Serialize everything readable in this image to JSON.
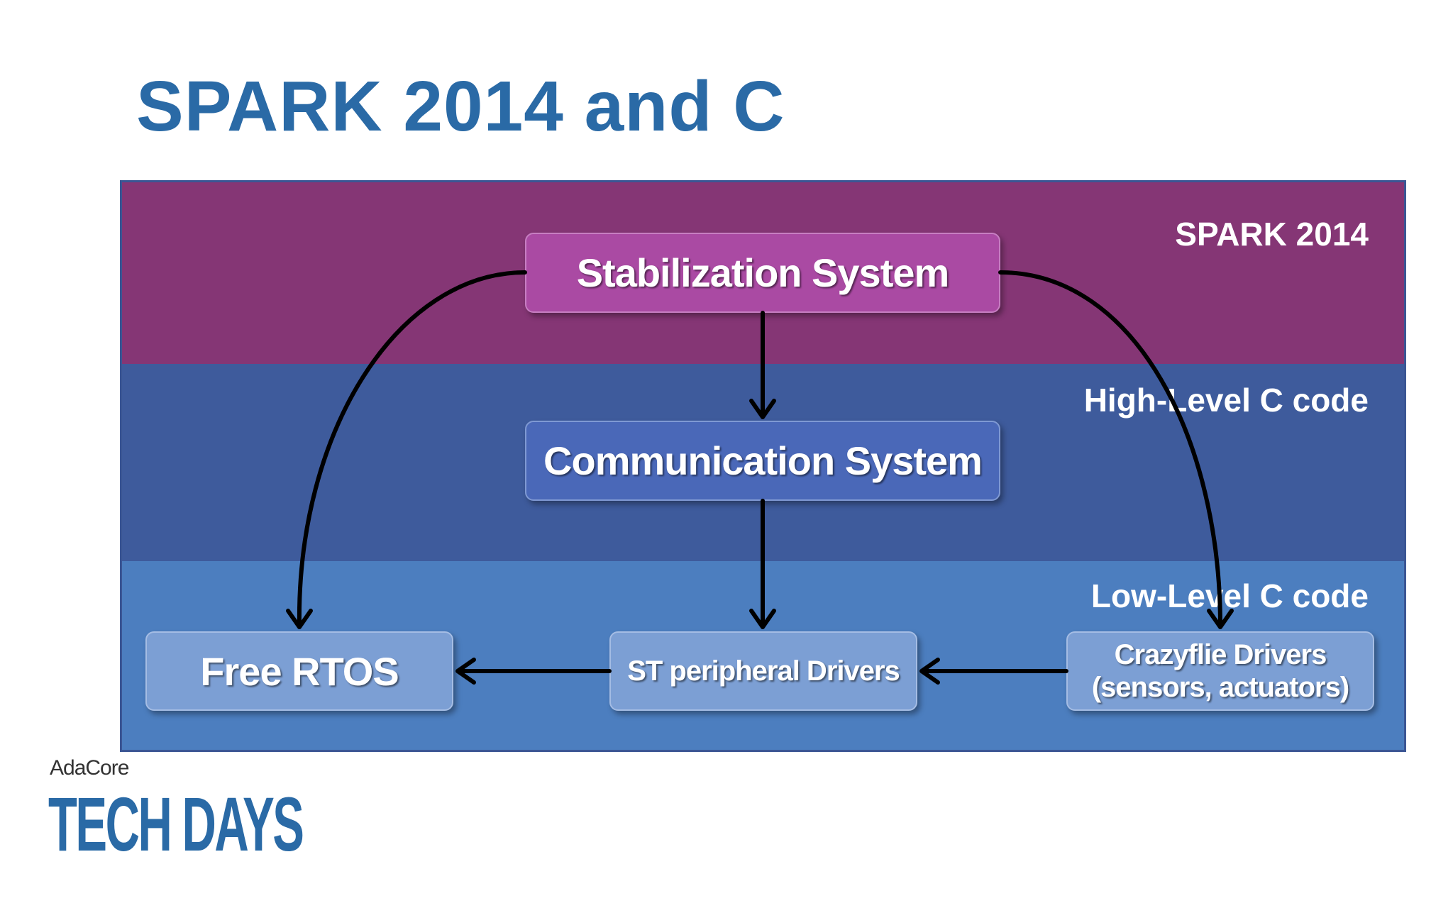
{
  "slide": {
    "title": "SPARK 2014 and C"
  },
  "layers": [
    {
      "id": "spark",
      "label": "SPARK 2014",
      "color": "#853675"
    },
    {
      "id": "high",
      "label": "High-Level C code",
      "color": "#3e5b9c"
    },
    {
      "id": "low",
      "label": "Low-Level C code",
      "color": "#4c7ebf"
    }
  ],
  "nodes": {
    "stabilization": {
      "label": "Stabilization System",
      "color": "#aa4aa3"
    },
    "communication": {
      "label": "Communication System",
      "color": "#4a68b8"
    },
    "rtos": {
      "label": "Free RTOS",
      "color": "#7c9fd4"
    },
    "st_drivers": {
      "label": "ST peripheral Drivers",
      "color": "#7c9fd4"
    },
    "crazyflie": {
      "line1": "Crazyflie Drivers",
      "line2": "(sensors, actuators)",
      "color": "#7c9fd4"
    }
  },
  "edges": [
    {
      "from": "stabilization",
      "to": "communication"
    },
    {
      "from": "communication",
      "to": "st_drivers"
    },
    {
      "from": "stabilization",
      "to": "rtos"
    },
    {
      "from": "stabilization",
      "to": "crazyflie"
    },
    {
      "from": "st_drivers",
      "to": "rtos"
    },
    {
      "from": "crazyflie",
      "to": "st_drivers"
    }
  ],
  "logo": {
    "brand": "AdaCore",
    "event": "TECH DAYS"
  },
  "colors": {
    "title": "#2a6aa6",
    "arrow": "#000000"
  }
}
